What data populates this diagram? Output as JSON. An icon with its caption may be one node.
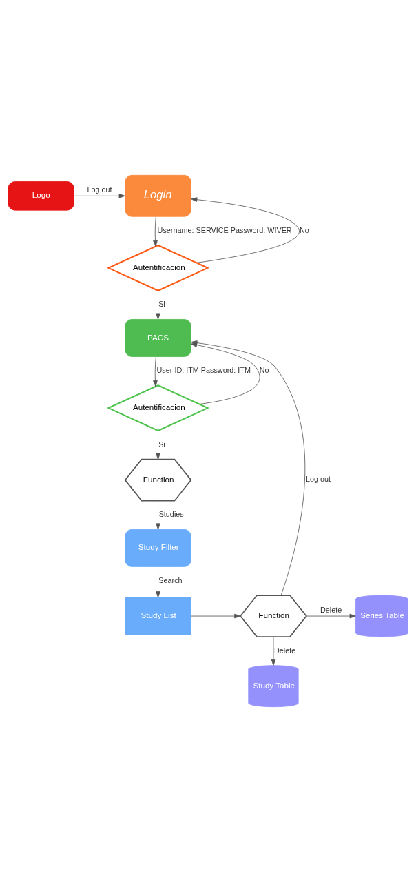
{
  "diagram": {
    "nodes": [
      {
        "text": [
          "Login"
        ]
      },
      {
        "text": [
          "Logo"
        ]
      },
      {
        "text": [
          "Autentificacion"
        ]
      },
      {
        "text": [
          "PACS"
        ]
      },
      {
        "text": [
          "Autentificacion"
        ]
      },
      {
        "text": [
          "Function"
        ]
      },
      {
        "text": [
          "Study Filter"
        ]
      },
      {
        "text": [
          "Study List"
        ]
      },
      {
        "text": [
          "Function"
        ]
      },
      {
        "text": [
          "Series Table"
        ]
      },
      {
        "text": [
          "Study Table"
        ]
      }
    ],
    "edges": [
      {
        "from": 1,
        "to": 0,
        "arrow": "to",
        "label": "Log out"
      },
      {
        "from": 0,
        "to": 2,
        "arrow": "to",
        "label": "Username: SERVICE Password: WIVER"
      },
      {
        "from": 2,
        "to": 0,
        "arrow": "to",
        "label": "No"
      },
      {
        "from": 2,
        "to": 3,
        "arrow": "to",
        "label": "Si"
      },
      {
        "from": 3,
        "to": 4,
        "arrow": "to",
        "label": "User ID: ITM Password: ITM"
      },
      {
        "from": 4,
        "to": 3,
        "arrow": "to",
        "label": "No"
      },
      {
        "from": 4,
        "to": 5,
        "arrow": "to",
        "label": "Si"
      },
      {
        "from": 5,
        "to": 6,
        "arrow": "to",
        "label": "Studies"
      },
      {
        "from": 6,
        "to": 7,
        "arrow": "to",
        "label": "Search"
      },
      {
        "from": 7,
        "to": 8,
        "arrow": "to"
      },
      {
        "from": 8,
        "to": 3,
        "arrow": "to",
        "label": "Log out"
      },
      {
        "from": 8,
        "to": 9,
        "arrow": "to",
        "label": "Delete"
      },
      {
        "from": 8,
        "to": 10,
        "arrow": "to",
        "label": "Delete"
      }
    ]
  }
}
